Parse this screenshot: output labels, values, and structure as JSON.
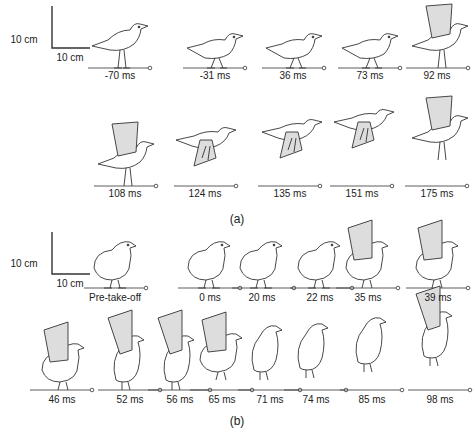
{
  "diagram": {
    "labels": [
      "10 cm",
      "10 cm",
      "-70 ms",
      "-31 ms",
      "36 ms",
      "73 ms",
      "92 ms",
      "108 ms",
      "124 ms",
      "135 ms",
      "151 ms",
      "175 ms",
      "(a)",
      "10 cm",
      "10 cm",
      "Pre-take-off",
      "0 ms",
      "20 ms",
      "22 ms",
      "35 ms",
      "39 ms",
      "46 ms",
      "52 ms",
      "56 ms",
      "65 ms",
      "71 ms",
      "74 ms",
      "85 ms",
      "98 ms",
      "(b)"
    ]
  }
}
